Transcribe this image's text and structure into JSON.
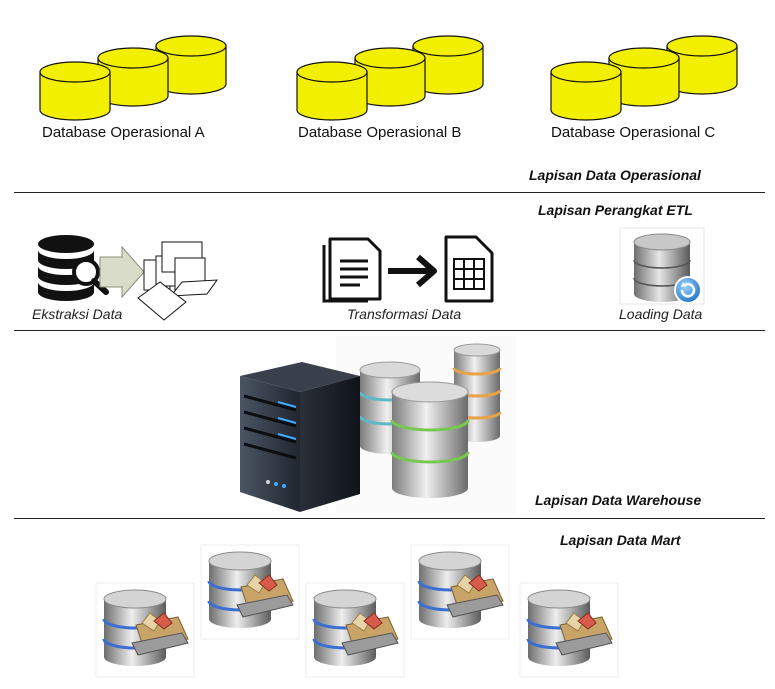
{
  "layers": {
    "operasional": {
      "title": "Lapisan Data Operasional",
      "databases": [
        {
          "label": "Database Operasional A"
        },
        {
          "label": "Database Operasional B"
        },
        {
          "label": "Database Operasional C"
        }
      ]
    },
    "etl": {
      "title": "Lapisan Perangkat ETL",
      "steps": [
        {
          "label": "Ekstraksi Data"
        },
        {
          "label": "Transformasi Data"
        },
        {
          "label": "Loading Data"
        }
      ]
    },
    "warehouse": {
      "title": "Lapisan Data Warehouse"
    },
    "mart": {
      "title": "Lapisan Data Mart"
    }
  },
  "colors": {
    "cylinder_fill": "#f2f000",
    "cylinder_stroke": "#111111",
    "divider": "#222222"
  }
}
